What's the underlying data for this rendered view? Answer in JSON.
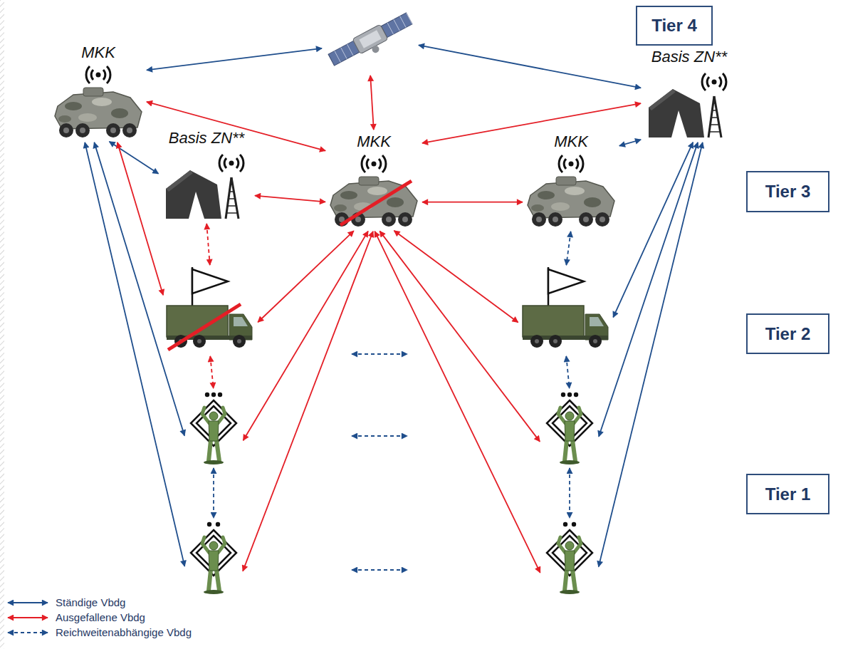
{
  "diagram": {
    "nodes": [
      {
        "text": [
          "Tier 4"
        ]
      },
      {
        "text": [
          "MKK"
        ]
      },
      {
        "text": []
      },
      {
        "text": [
          "Basis ZN**"
        ]
      },
      {
        "text": [
          "Basis ZN**"
        ]
      },
      {
        "text": [
          "MKK"
        ]
      },
      {
        "text": [
          "MKK"
        ]
      },
      {
        "text": [
          "Tier 3"
        ]
      },
      {
        "text": []
      },
      {
        "text": []
      },
      {
        "text": [
          "Tier 2"
        ]
      },
      {
        "text": []
      },
      {
        "text": []
      },
      {
        "text": [
          "Tier 1"
        ]
      },
      {
        "text": []
      },
      {
        "text": []
      }
    ],
    "edges": [
      {
        "from": 1,
        "to": 2,
        "arrow": "both"
      },
      {
        "from": 2,
        "to": 3,
        "arrow": "both"
      },
      {
        "from": 1,
        "to": 5,
        "arrow": "both"
      },
      {
        "from": 2,
        "to": 5,
        "arrow": "both"
      },
      {
        "from": 3,
        "to": 5,
        "arrow": "both"
      },
      {
        "from": 1,
        "to": 4,
        "arrow": "both"
      },
      {
        "from": 3,
        "to": 6,
        "arrow": "both"
      },
      {
        "from": 4,
        "to": 5,
        "arrow": "both"
      },
      {
        "from": 5,
        "to": 6,
        "arrow": "both"
      },
      {
        "from": 4,
        "to": 8,
        "arrow": "both"
      },
      {
        "from": 6,
        "to": 9,
        "arrow": "both"
      },
      {
        "from": 1,
        "to": 8,
        "arrow": "both"
      },
      {
        "from": 1,
        "to": 11,
        "arrow": "both"
      },
      {
        "from": 1,
        "to": 14,
        "arrow": "both"
      },
      {
        "from": 5,
        "to": 8,
        "arrow": "both"
      },
      {
        "from": 5,
        "to": 11,
        "arrow": "both"
      },
      {
        "from": 5,
        "to": 14,
        "arrow": "both"
      },
      {
        "from": 5,
        "to": 9,
        "arrow": "both"
      },
      {
        "from": 5,
        "to": 12,
        "arrow": "both"
      },
      {
        "from": 5,
        "to": 15,
        "arrow": "both"
      },
      {
        "from": 3,
        "to": 9,
        "arrow": "both"
      },
      {
        "from": 3,
        "to": 12,
        "arrow": "both"
      },
      {
        "from": 3,
        "to": 15,
        "arrow": "both"
      },
      {
        "from": 8,
        "to": 11,
        "arrow": "both"
      },
      {
        "from": 9,
        "to": 12,
        "arrow": "both"
      },
      {
        "from": 11,
        "to": 14,
        "arrow": "both"
      },
      {
        "from": 12,
        "to": 15,
        "arrow": "both"
      }
    ],
    "legend": [
      {
        "text": "Ständige Vbdg"
      },
      {
        "text": "Ausgefallene Vbdg"
      },
      {
        "text": "Reichweitenabhängige Vbdg"
      }
    ]
  }
}
